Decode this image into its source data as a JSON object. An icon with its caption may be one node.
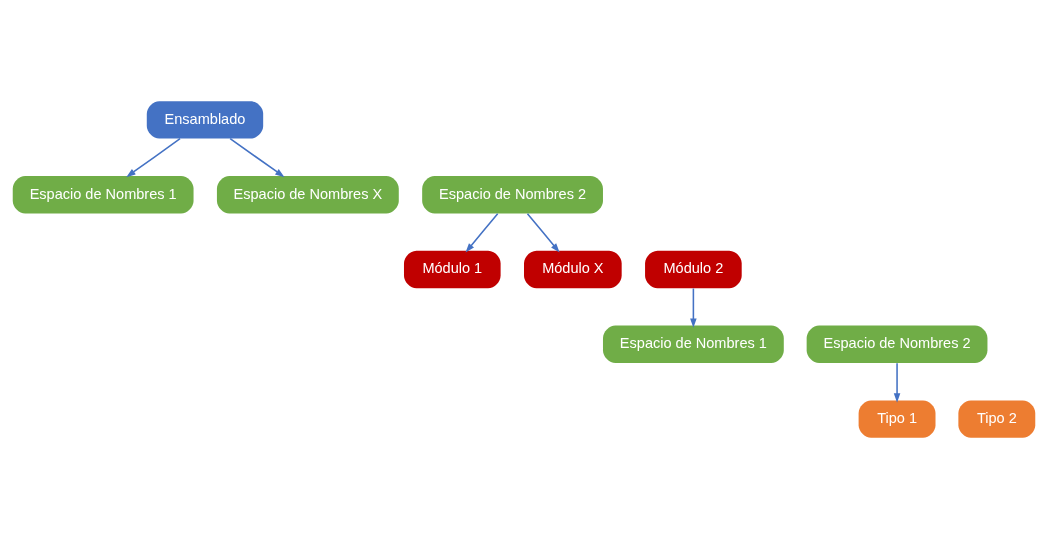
{
  "diagram": {
    "nodes": [
      {
        "text": [
          "Ensamblado"
        ]
      },
      {
        "text": [
          "Espacio de Nombres 1"
        ]
      },
      {
        "text": [
          "Espacio de Nombres 2"
        ]
      },
      {
        "text": [
          "Módulo 1"
        ]
      },
      {
        "text": [
          "Módulo 2"
        ]
      },
      {
        "text": [
          "Módulo X"
        ]
      },
      {
        "text": [
          "Espacio de Nombres 1"
        ]
      },
      {
        "text": [
          "Espacio de Nombres 2"
        ]
      },
      {
        "text": [
          "Tipo 1"
        ]
      },
      {
        "text": [
          "Tipo 2"
        ]
      },
      {
        "text": [
          "Espacio de Nombres X"
        ]
      }
    ],
    "edges": [
      {
        "from": 0,
        "to": 1,
        "arrow": "to"
      },
      {
        "from": 0,
        "to": 10,
        "arrow": "to"
      },
      {
        "from": 2,
        "to": 3,
        "arrow": "to"
      },
      {
        "from": 2,
        "to": 5,
        "arrow": "to"
      },
      {
        "from": 4,
        "to": 6,
        "arrow": "to"
      },
      {
        "from": 7,
        "to": 8,
        "arrow": "to"
      }
    ]
  }
}
